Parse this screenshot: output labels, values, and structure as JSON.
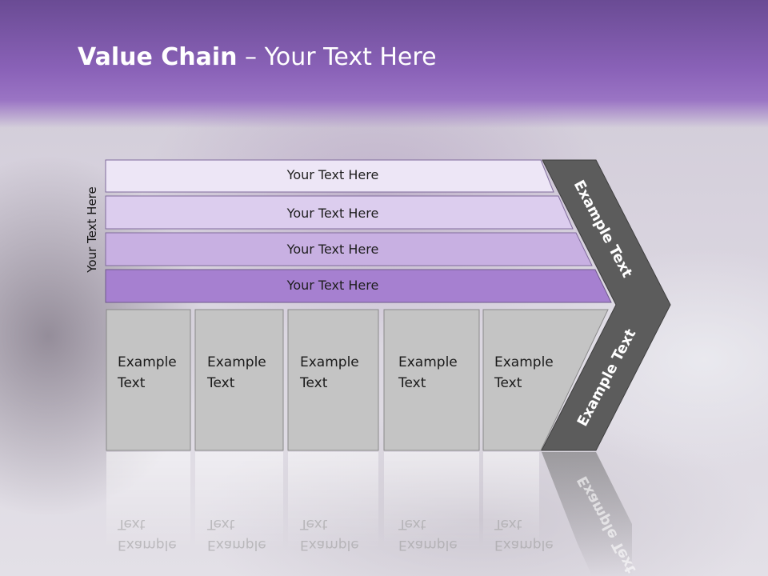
{
  "title": {
    "bold": "Value Chain",
    "rest": " – Your Text Here"
  },
  "side_label": "Your Text Here",
  "support_rows": [
    {
      "label": "Your Text Here",
      "color": "#ede6f6"
    },
    {
      "label": "Your Text Here",
      "color": "#dccdee"
    },
    {
      "label": "Your Text Here",
      "color": "#c8b0e2"
    },
    {
      "label": "Your Text Here",
      "color": "#a680d0"
    }
  ],
  "primary_boxes": [
    {
      "line1": "Example",
      "line2": "Text"
    },
    {
      "line1": "Example",
      "line2": "Text"
    },
    {
      "line1": "Example",
      "line2": "Text"
    },
    {
      "line1": "Example",
      "line2": "Text"
    },
    {
      "line1": "Example",
      "line2": "Text"
    }
  ],
  "arrow": {
    "upper_label": "Example Text",
    "lower_label": "Example Text",
    "color": "#5c5c5c"
  }
}
